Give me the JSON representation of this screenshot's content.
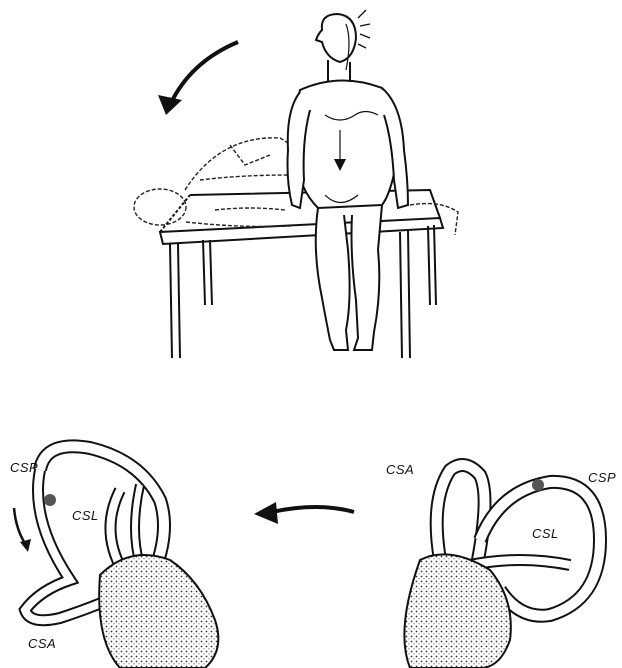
{
  "labels": {
    "left_csp": "CSP",
    "left_csl": "CSL",
    "left_csa": "CSA",
    "right_csa": "CSA",
    "right_csp": "CSP",
    "right_csl": "CSL"
  },
  "icons": {
    "top_arrow": "curved-arrow-icon",
    "middle_arrow": "curved-arrow-icon",
    "small_arrow": "curved-arrow-icon"
  },
  "colors": {
    "ink": "#111111",
    "shade": "#555555",
    "background": "#ffffff"
  }
}
